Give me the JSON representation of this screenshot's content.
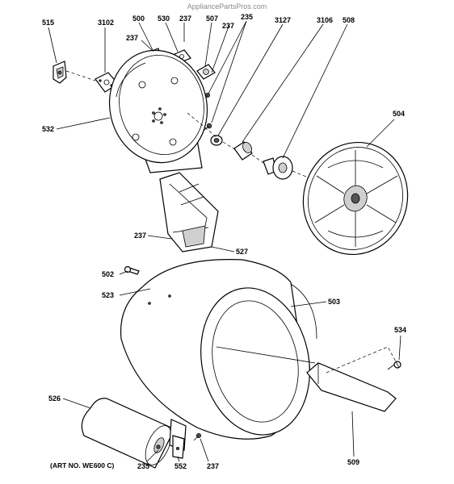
{
  "watermark": "AppliancePartsPros.com",
  "art_number": "(ART NO. WE600 C)",
  "callouts": {
    "c515": "515",
    "c3102": "3102",
    "c500": "500",
    "c530": "530",
    "c237a": "237",
    "c237b": "237",
    "c507": "507",
    "c237c": "237",
    "c235a": "235",
    "c3127": "3127",
    "c3106": "3106",
    "c508": "508",
    "c532": "532",
    "c504": "504",
    "c237d": "237",
    "c527": "527",
    "c502": "502",
    "c523": "523",
    "c503": "503",
    "c534": "534",
    "c526": "526",
    "c509": "509",
    "c235b": "235",
    "c552": "552",
    "c237e": "237"
  }
}
